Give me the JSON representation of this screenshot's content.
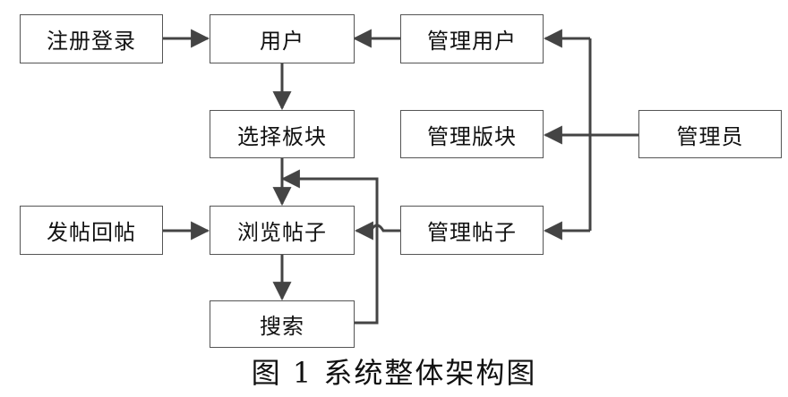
{
  "diagram": {
    "boxes": {
      "register_login": "注册登录",
      "user": "用户",
      "manage_users": "管理用户",
      "select_board": "选择板块",
      "manage_boards": "管理版块",
      "admin": "管理员",
      "post_reply": "发帖回帖",
      "browse_posts": "浏览帖子",
      "manage_posts": "管理帖子",
      "search": "搜索"
    },
    "caption": "图 1   系统整体架构图"
  }
}
